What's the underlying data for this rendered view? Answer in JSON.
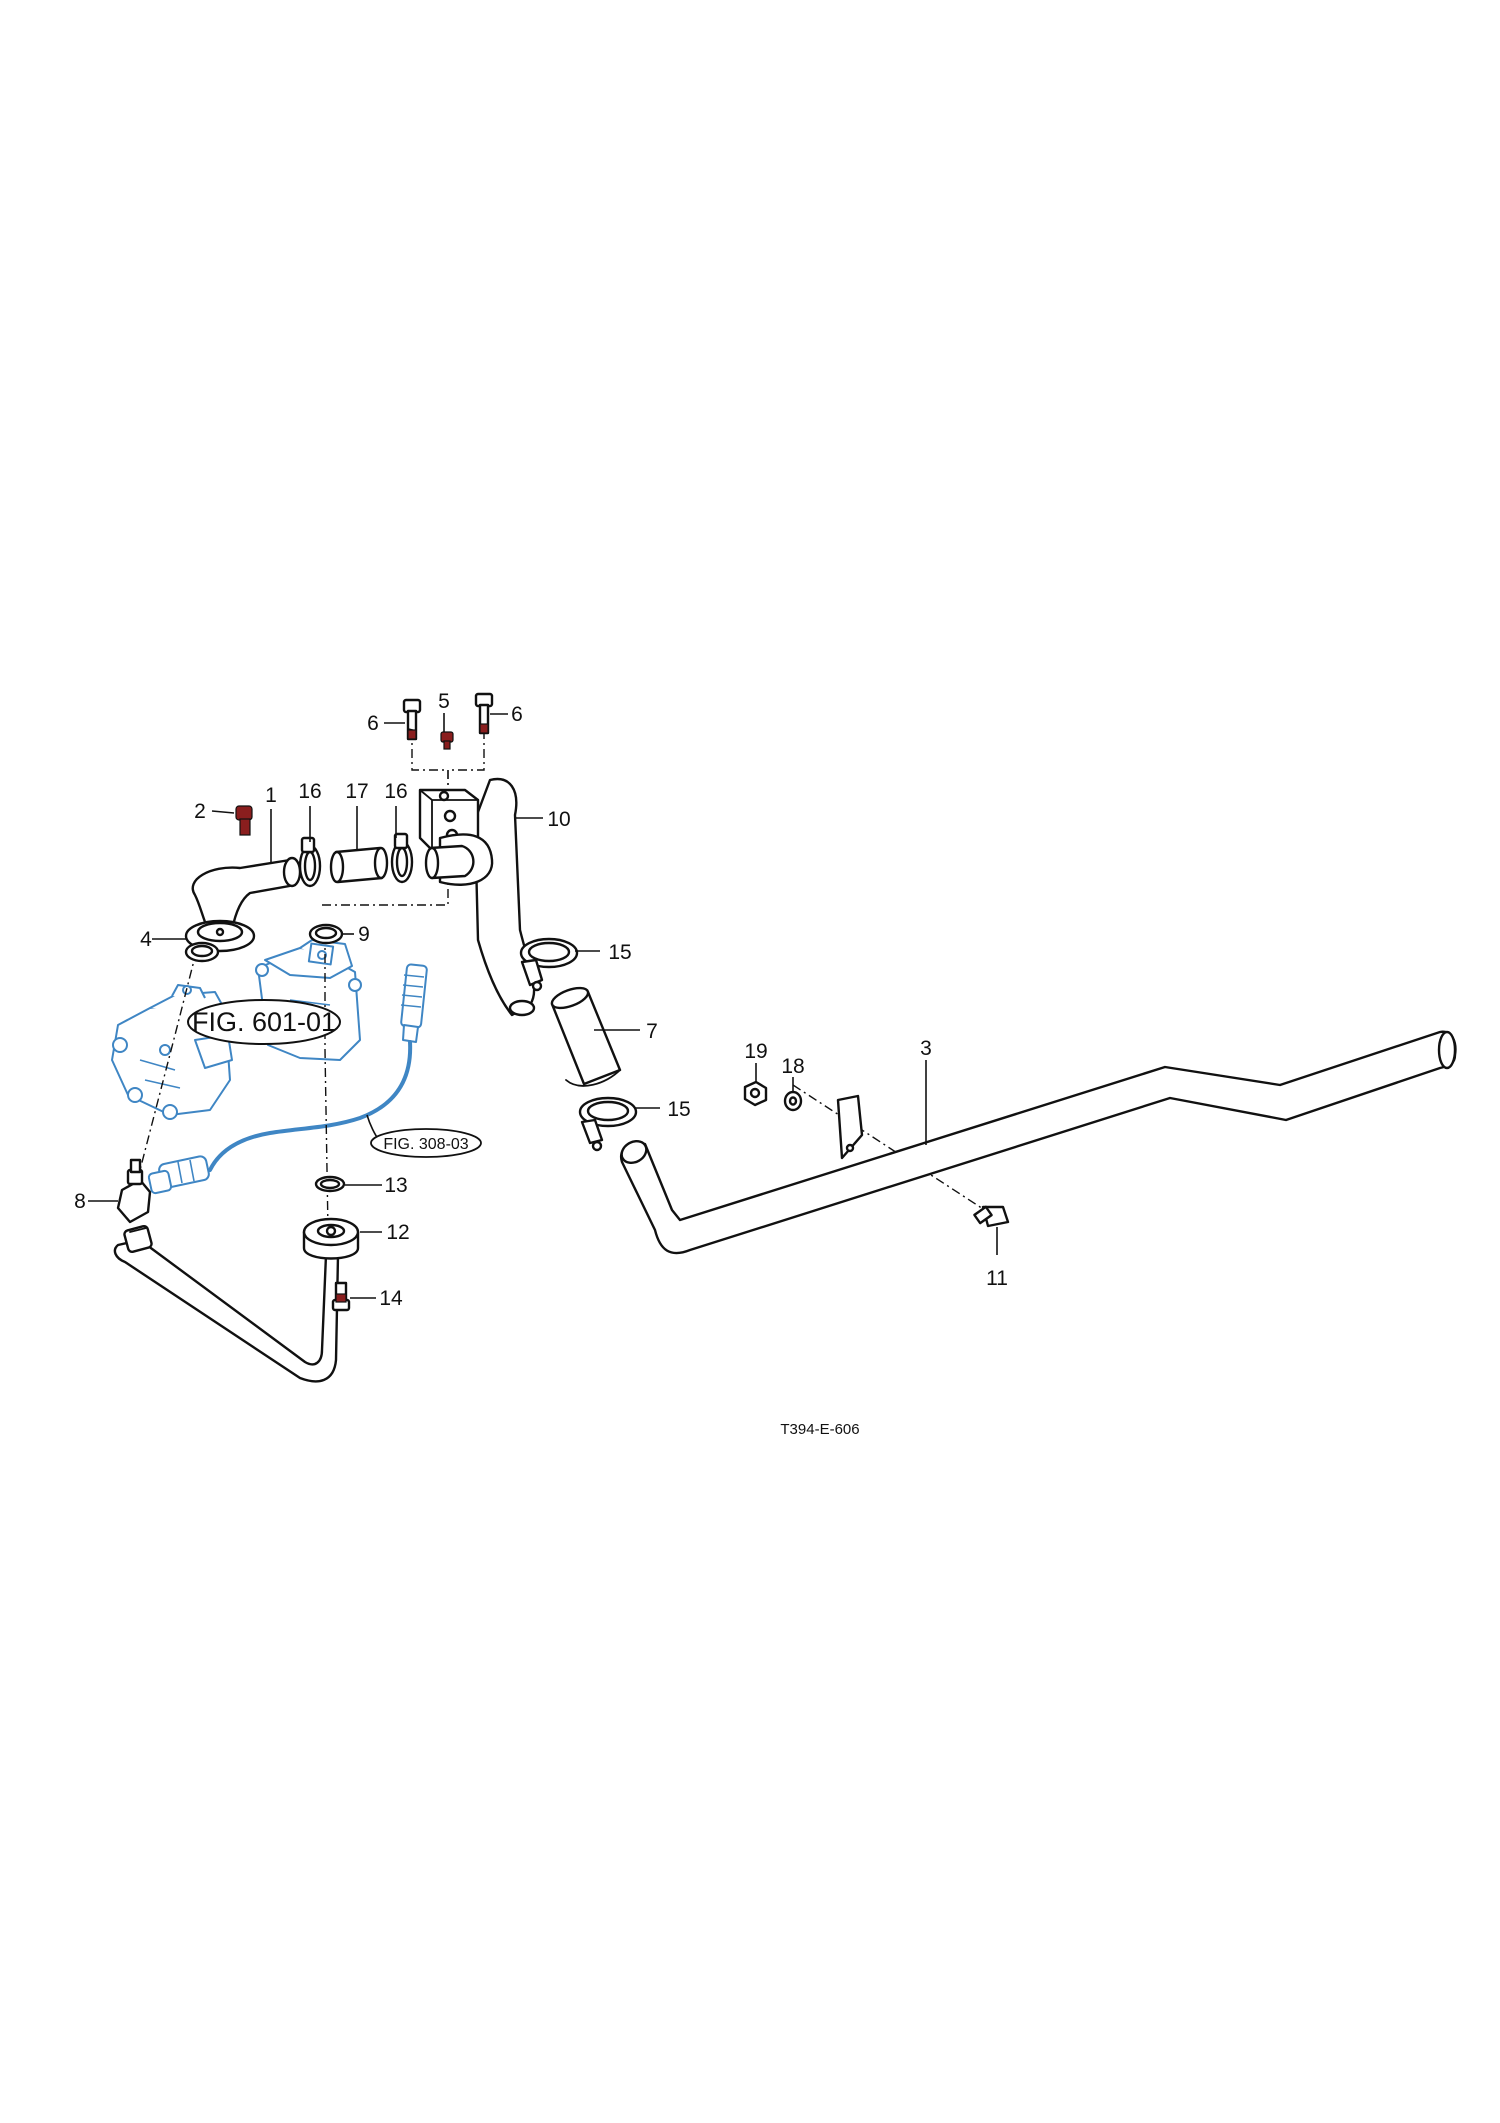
{
  "callouts": [
    {
      "id": "c1",
      "label": "1"
    },
    {
      "id": "c2",
      "label": "2"
    },
    {
      "id": "c3",
      "label": "3"
    },
    {
      "id": "c4",
      "label": "4"
    },
    {
      "id": "c5",
      "label": "5"
    },
    {
      "id": "c6a",
      "label": "6"
    },
    {
      "id": "c6b",
      "label": "6"
    },
    {
      "id": "c7",
      "label": "7"
    },
    {
      "id": "c8",
      "label": "8"
    },
    {
      "id": "c9",
      "label": "9"
    },
    {
      "id": "c10",
      "label": "10"
    },
    {
      "id": "c11",
      "label": "11"
    },
    {
      "id": "c12",
      "label": "12"
    },
    {
      "id": "c13",
      "label": "13"
    },
    {
      "id": "c14",
      "label": "14"
    },
    {
      "id": "c15a",
      "label": "15"
    },
    {
      "id": "c15b",
      "label": "15"
    },
    {
      "id": "c16a",
      "label": "16"
    },
    {
      "id": "c16b",
      "label": "16"
    },
    {
      "id": "c17",
      "label": "17"
    },
    {
      "id": "c18",
      "label": "18"
    },
    {
      "id": "c19",
      "label": "19"
    }
  ],
  "figure_refs": {
    "pump": "FIG. 601-01",
    "sensor_line": "FIG. 308-03"
  },
  "drawing_code": "T394-E-606",
  "colors": {
    "line": "#111111",
    "reference_part": "#3f86c4",
    "bolt_head": "#8a1e1e"
  }
}
